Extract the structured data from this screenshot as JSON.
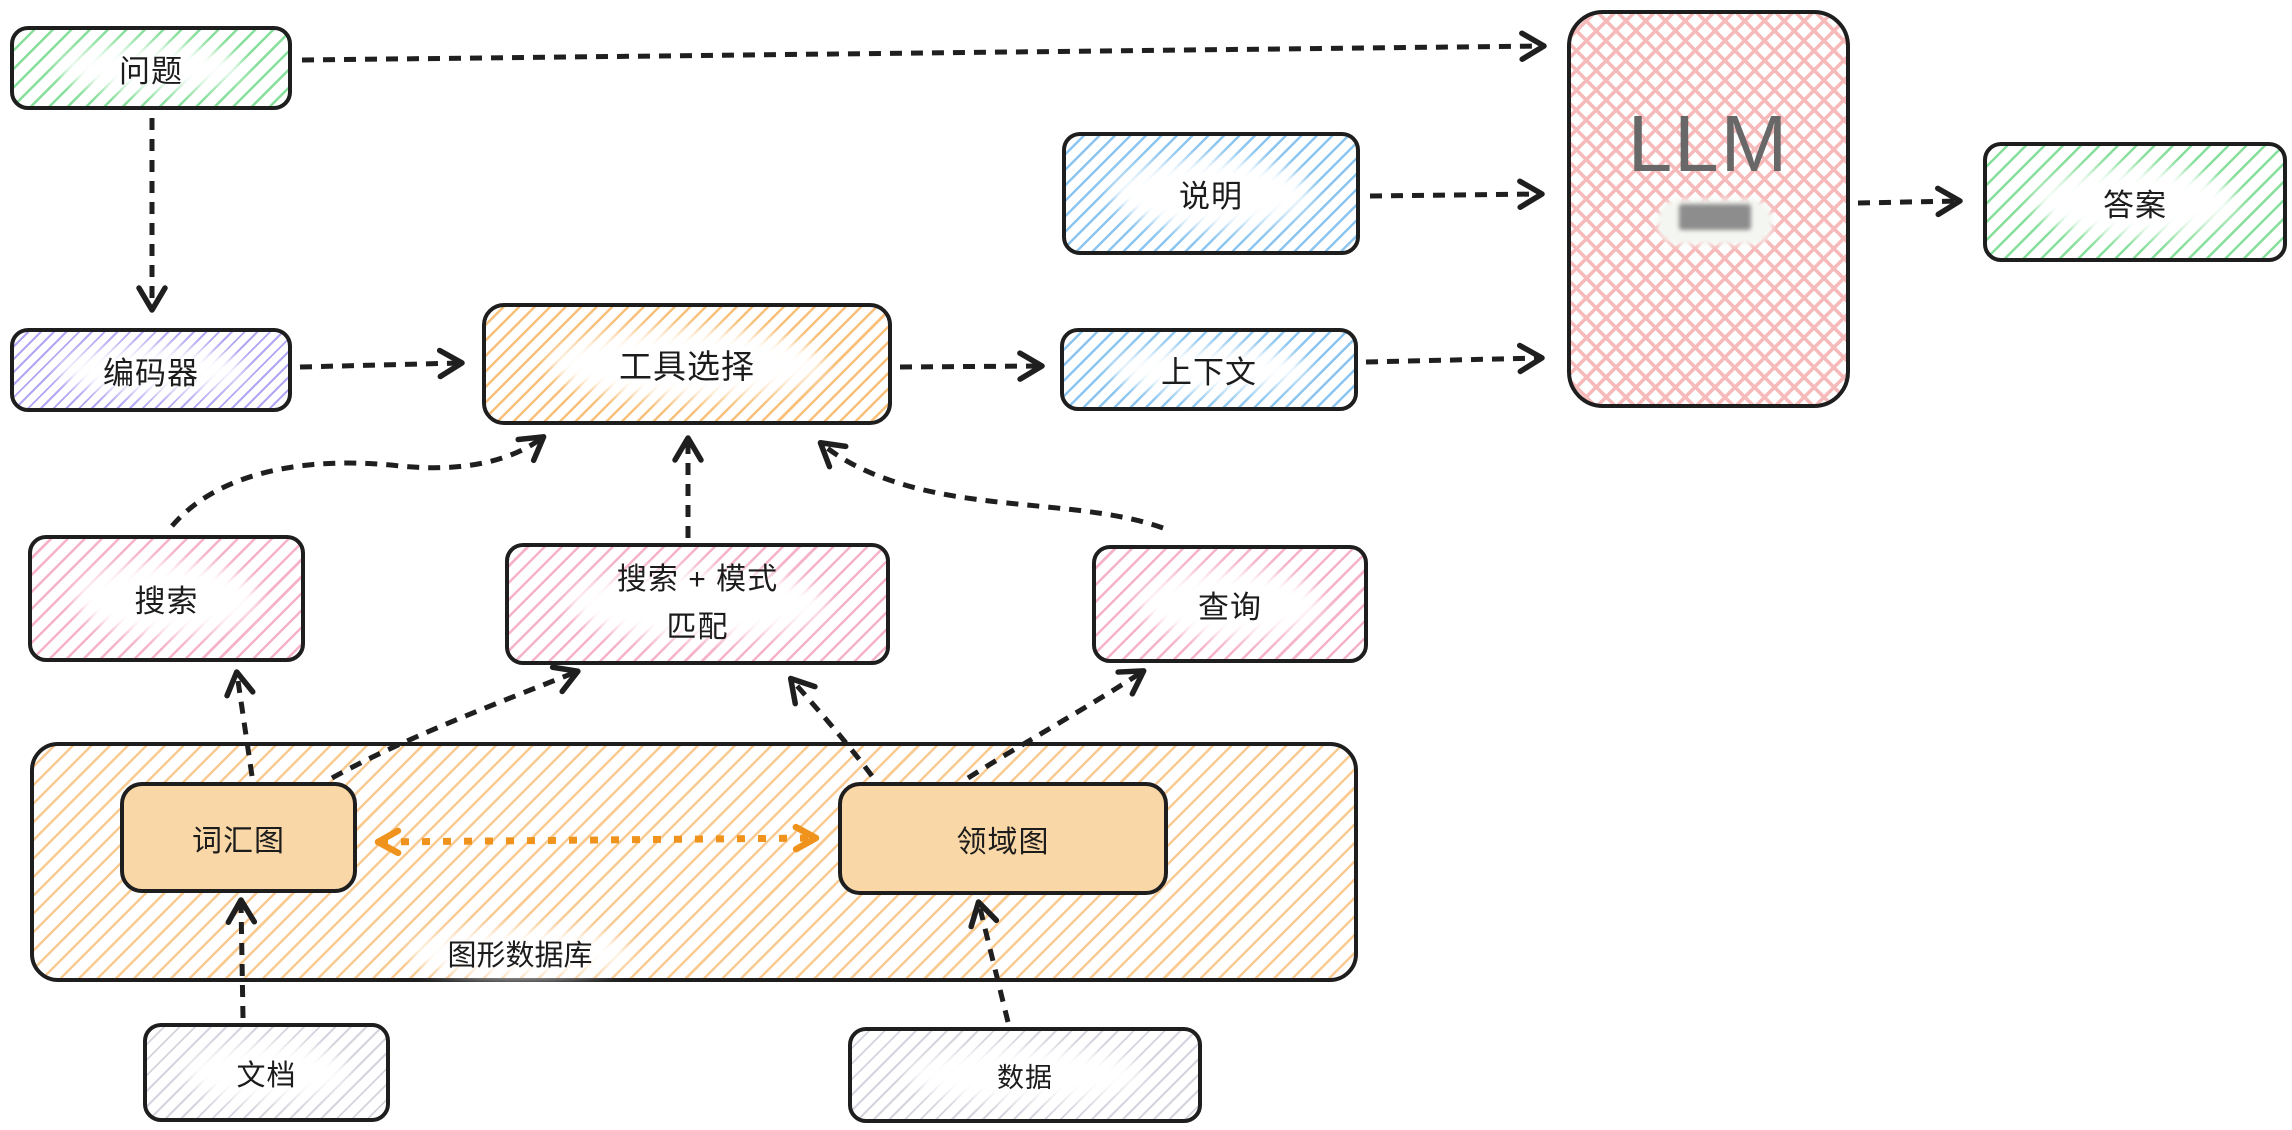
{
  "nodes": {
    "question": {
      "label": "问题"
    },
    "encoder": {
      "label": "编码器"
    },
    "tool_selection": {
      "label": "工具选择"
    },
    "instructions": {
      "label": "说明"
    },
    "context": {
      "label": "上下文"
    },
    "llm": {
      "label": "LLM"
    },
    "answer": {
      "label": "答案"
    },
    "search": {
      "label": "搜索"
    },
    "search_pattern": {
      "line1": "搜索 + 模式",
      "line2": "匹配"
    },
    "query": {
      "label": "查询"
    },
    "graph_database": {
      "label": "图形数据库"
    },
    "lexical_graph": {
      "label": "词汇图"
    },
    "domain_graph": {
      "label": "领域图"
    },
    "documents": {
      "label": "文档"
    },
    "data": {
      "label": "数据"
    }
  },
  "edges": [
    {
      "id": "question-encoder",
      "from": "question",
      "to": "encoder",
      "style": "dashed-black"
    },
    {
      "id": "question-llm",
      "from": "question",
      "to": "llm",
      "style": "dashed-black"
    },
    {
      "id": "encoder-tool",
      "from": "encoder",
      "to": "tool_selection",
      "style": "dashed-black"
    },
    {
      "id": "tool-context",
      "from": "tool_selection",
      "to": "context",
      "style": "dashed-black"
    },
    {
      "id": "instructions-llm",
      "from": "instructions",
      "to": "llm",
      "style": "dashed-black"
    },
    {
      "id": "context-llm",
      "from": "context",
      "to": "llm",
      "style": "dashed-black"
    },
    {
      "id": "llm-answer",
      "from": "llm",
      "to": "answer",
      "style": "dashed-black"
    },
    {
      "id": "search-tool",
      "from": "search",
      "to": "tool_selection",
      "style": "dashed-black-curved"
    },
    {
      "id": "searchpattern-tool",
      "from": "search_pattern",
      "to": "tool_selection",
      "style": "dashed-black"
    },
    {
      "id": "query-tool",
      "from": "query",
      "to": "tool_selection",
      "style": "dashed-black-curved"
    },
    {
      "id": "lexical-search",
      "from": "lexical_graph",
      "to": "search",
      "style": "dashed-black"
    },
    {
      "id": "lexical-searchpattern",
      "from": "lexical_graph",
      "to": "search_pattern",
      "style": "dashed-black"
    },
    {
      "id": "domain-searchpattern",
      "from": "domain_graph",
      "to": "search_pattern",
      "style": "dashed-black"
    },
    {
      "id": "domain-query",
      "from": "domain_graph",
      "to": "query",
      "style": "dashed-black"
    },
    {
      "id": "documents-lexical",
      "from": "documents",
      "to": "lexical_graph",
      "style": "dashed-black"
    },
    {
      "id": "data-domain",
      "from": "data",
      "to": "domain_graph",
      "style": "dashed-black"
    },
    {
      "id": "lexical-domain",
      "from": "lexical_graph",
      "to": "domain_graph",
      "style": "dotted-orange-bidirectional"
    }
  ],
  "colors": {
    "green_hatch": "#86df9a",
    "purple_hatch": "#b0a6f3",
    "blue_hatch": "#8cc6f0",
    "orange_hatch": "#f8c07a",
    "pink_hatch": "#f6b3c8",
    "red_crosshatch": "#f7baba",
    "container_orange_hatch": "#f9ca92",
    "solid_orange_fill": "#fad7a6",
    "gray_hatch": "#d4d4de",
    "border_dark": "#1e1e1e",
    "arrow_black": "#1f1f1f",
    "arrow_orange": "#f0931d",
    "llm_text_gray": "#686868"
  }
}
